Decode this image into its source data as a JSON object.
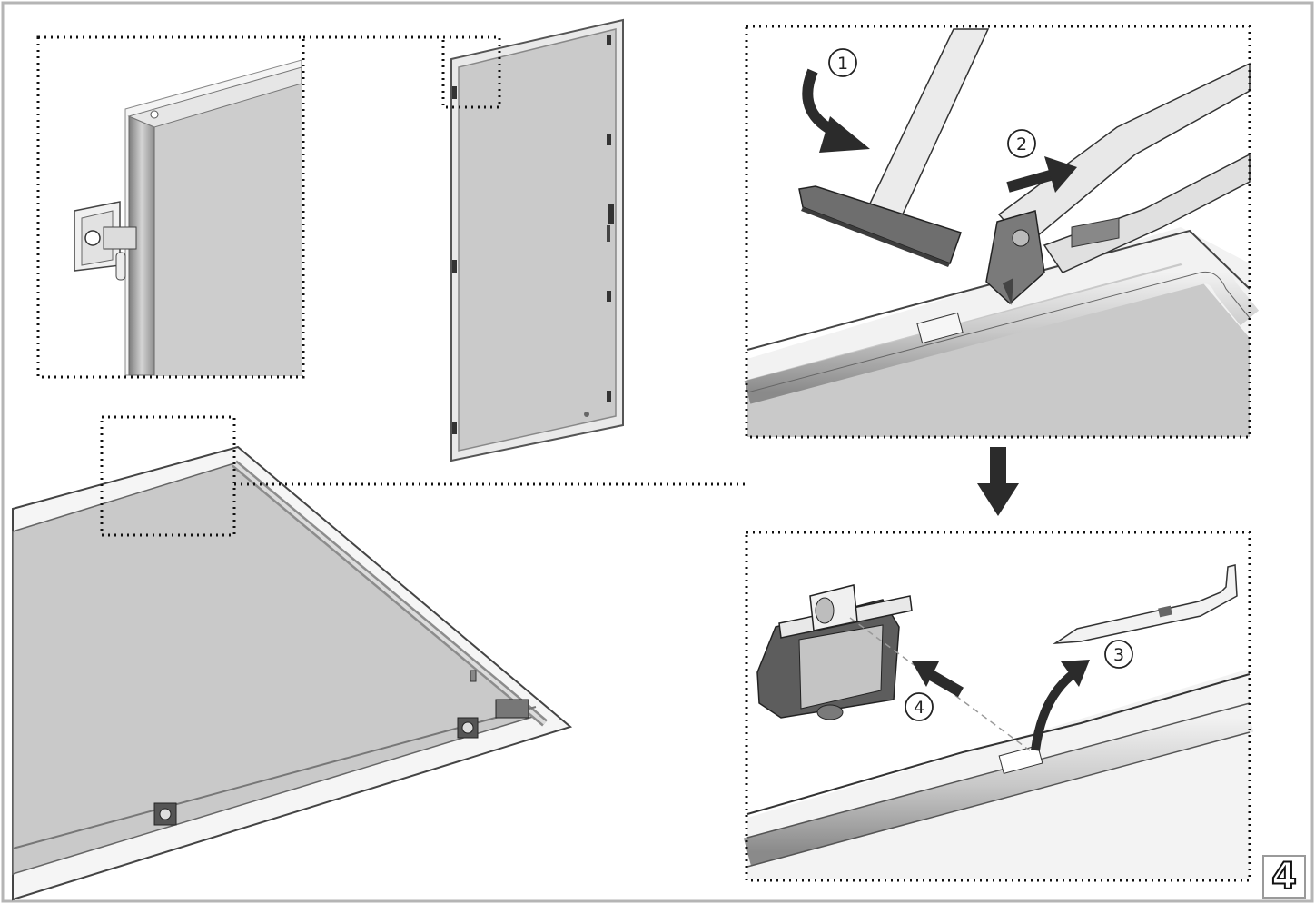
{
  "page": {
    "number": "4"
  },
  "steps": {
    "s1": "1",
    "s2": "2",
    "s3": "3",
    "s4": "4"
  },
  "colors": {
    "panel_fill": "#c9c9c9",
    "frame": "#9c9c9c",
    "hammer_head": "#6e6e6e",
    "arrow": "#2b2b2b",
    "dots": "#111111"
  },
  "icons": {
    "hammer": "hammer-icon",
    "pliers": "pliers-icon",
    "pin_tool": "pin-tool-icon",
    "hinge": "hinge-icon"
  }
}
